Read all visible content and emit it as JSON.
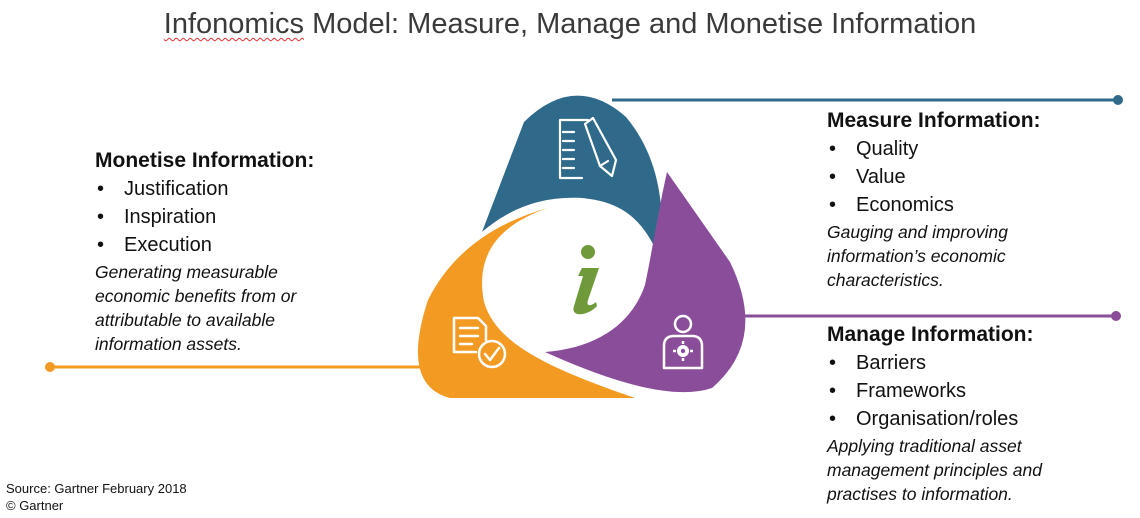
{
  "title": {
    "underlined_word": "Infonomics",
    "rest": " Model: Measure, Manage and Monetise Information"
  },
  "colors": {
    "measure": "#2f6a8a",
    "manage": "#8a4d9a",
    "monetise": "#f39a23",
    "info_icon": "#6f9a3a",
    "connector_measure": "#2f6a8a",
    "connector_manage": "#8a4d9a",
    "connector_monetise": "#f39a23"
  },
  "icons": {
    "measure": "document-pencil-icon",
    "manage": "person-gear-icon",
    "monetise": "document-checkmark-icon",
    "center": "information-icon"
  },
  "panels": {
    "measure": {
      "heading": "Measure Information:",
      "items": [
        "Quality",
        "Value",
        "Economics"
      ],
      "description": [
        "Gauging and improving",
        "information’s economic",
        "characteristics."
      ]
    },
    "manage": {
      "heading": "Manage Information:",
      "items": [
        "Barriers",
        "Frameworks",
        "Organisation/roles"
      ],
      "description": [
        "Applying traditional asset",
        "management principles and",
        "practises to information."
      ]
    },
    "monetise": {
      "heading": "Monetise Information:",
      "items": [
        "Justification",
        "Inspiration",
        "Execution"
      ],
      "description": [
        "Generating measurable",
        "economic benefits from or",
        "attributable to available",
        "information assets."
      ]
    }
  },
  "bullet_glyph": "•",
  "center_glyph": "i",
  "source": {
    "line1": "Source: Gartner February 2018",
    "line2": "© Gartner"
  }
}
